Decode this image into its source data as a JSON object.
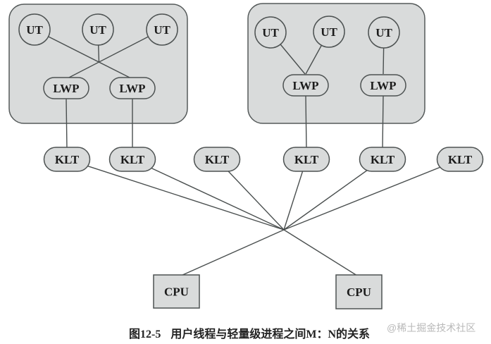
{
  "figure": {
    "caption_label": "图12-5",
    "caption_title": "用户线程与轻量级进程之间M：N的关系"
  },
  "watermark": {
    "text": "@稀土掘金技术社区"
  },
  "nodes": {
    "user_threads": [
      "UT",
      "UT",
      "UT",
      "UT",
      "UT",
      "UT"
    ],
    "light_weight_processes": [
      "LWP",
      "LWP",
      "LWP",
      "LWP"
    ],
    "kernel_level_threads": [
      "KLT",
      "KLT",
      "KLT",
      "KLT",
      "KLT",
      "KLT"
    ],
    "cpus": [
      "CPU",
      "CPU"
    ]
  },
  "colors": {
    "background": "#ffffff",
    "node_fill": "#d9dbdb",
    "node_stroke": "#4d5252",
    "connector": "#4a4f4f",
    "text": "#1c1c1c",
    "watermark": "#b9b9b9"
  }
}
